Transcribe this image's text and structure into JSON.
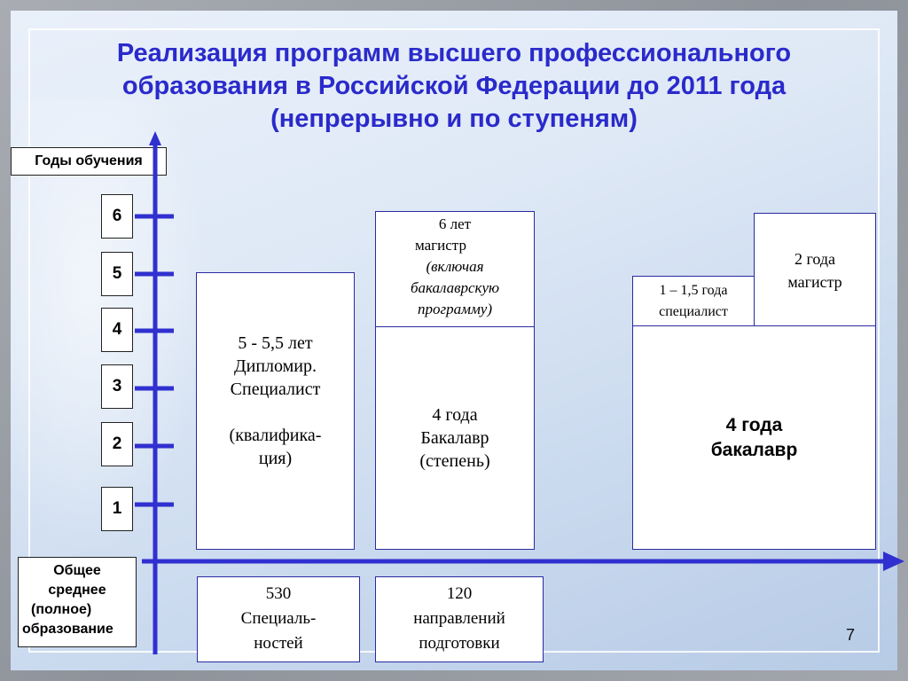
{
  "slide": {
    "title_lines": [
      "Реализация программ высшего профессионального",
      "образования в Российской Федерации до 2011 года",
      "(непрерывно и по ступеням)"
    ],
    "page_number": "7"
  },
  "axis": {
    "y_label": "Годы обучения",
    "year_ticks": [
      "6",
      "5",
      "4",
      "3",
      "2",
      "1"
    ],
    "origin_label_lines": [
      "Общее",
      "среднее",
      "(полное)",
      "образование"
    ]
  },
  "colors": {
    "title": "#2a2acb",
    "axis": "#3030d0",
    "box_border": "#2a2aa0"
  },
  "blocks": {
    "specialist": [
      "5 - 5,5 лет",
      "Дипломир.",
      "Специалист",
      "",
      "(квалифика-",
      "ция)"
    ],
    "master_full": [
      "6 лет",
      "магистр",
      "(включая",
      "бакалаврскую",
      "программу)"
    ],
    "bachelor_mid": [
      "4 года",
      "Бакалавр",
      "(степень)"
    ],
    "specialist_addon": [
      "1 – 1,5 года",
      "специалист"
    ],
    "master_addon": [
      "2 года",
      "магистр"
    ],
    "bachelor_right": [
      "4 года",
      "бакалавр"
    ]
  },
  "bottom": {
    "specialties": [
      "530",
      "Специаль-",
      "ностей"
    ],
    "directions": [
      "120",
      "направлений",
      "подготовки"
    ]
  }
}
